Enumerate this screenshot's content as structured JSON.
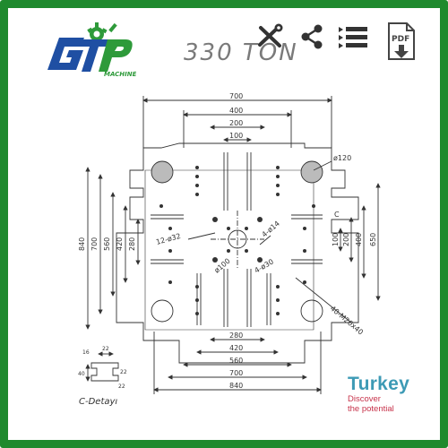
{
  "brand": {
    "logo_letters": "GTP",
    "logo_subtitle": "MACHINE",
    "primary_color": "#1f4fa3",
    "accent_color": "#2e9a3a"
  },
  "header": {
    "title": "330 TON"
  },
  "toolbar": {
    "icons": [
      "tools-icon",
      "share-icon",
      "list-icon",
      "pdf-download-icon"
    ],
    "pdf_label": "PDF"
  },
  "drawing": {
    "top_dims": [
      "700",
      "400",
      "200",
      "100"
    ],
    "left_dims": [
      "840",
      "700",
      "560",
      "420",
      "280"
    ],
    "right_dims": [
      "100",
      "200",
      "400",
      "650"
    ],
    "bottom_dims": [
      "280",
      "420",
      "560",
      "700",
      "840"
    ],
    "callouts": {
      "dia_120": "ø120",
      "holes_12": "12-ø32",
      "holes_4_right": "4-ø14",
      "dia_100": "ø100",
      "holes_4_lower": "4-ø30",
      "threads": "40-M20x40",
      "c_mark": "C"
    },
    "detail": {
      "label": "C-Detayı",
      "dims": [
        "16",
        "22",
        "22",
        "40",
        "22"
      ]
    }
  },
  "turkey_brand": {
    "word": "Turkey",
    "tag_line1": "Discover",
    "tag_line2": "the potential"
  }
}
